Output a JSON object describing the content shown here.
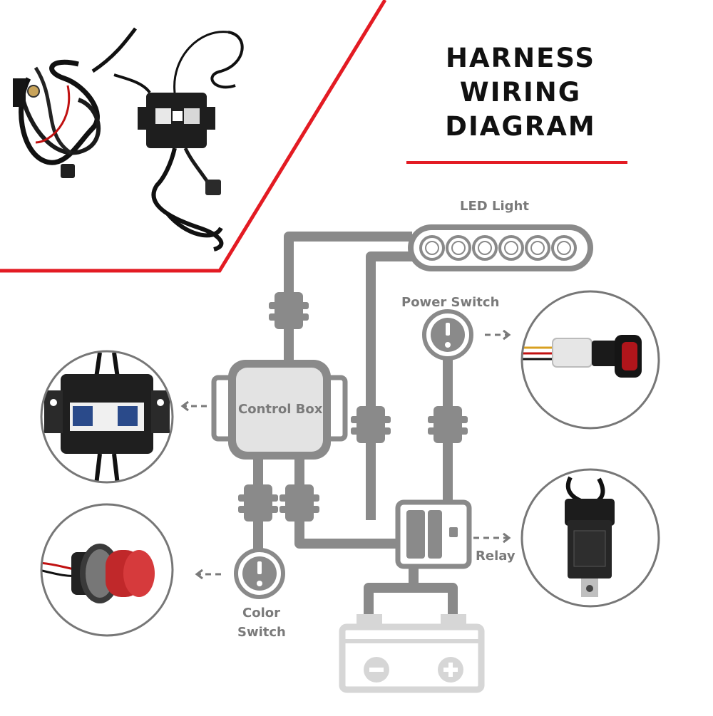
{
  "title": {
    "line1": "HARNESS",
    "line2": "WIRING",
    "line3": "DIAGRAM"
  },
  "labels": {
    "led_light": "LED Light",
    "power_switch": "Power Switch",
    "control_box": "Control Box",
    "relay": "Relay",
    "color_switch_line1": "Color",
    "color_switch_line2": "Switch"
  },
  "colors": {
    "accent_red": "#e31b23",
    "wire_gray": "#8a8a8a",
    "battery_gray": "#d6d6d6",
    "title_text": "#111111",
    "label_text": "#7a7a7a"
  },
  "icons": [
    "harness-photo",
    "control-box-photo",
    "color-switch-photo",
    "power-switch-photo",
    "relay-photo",
    "battery-icon",
    "switch-icon",
    "connector-icon",
    "arrow-icon"
  ]
}
